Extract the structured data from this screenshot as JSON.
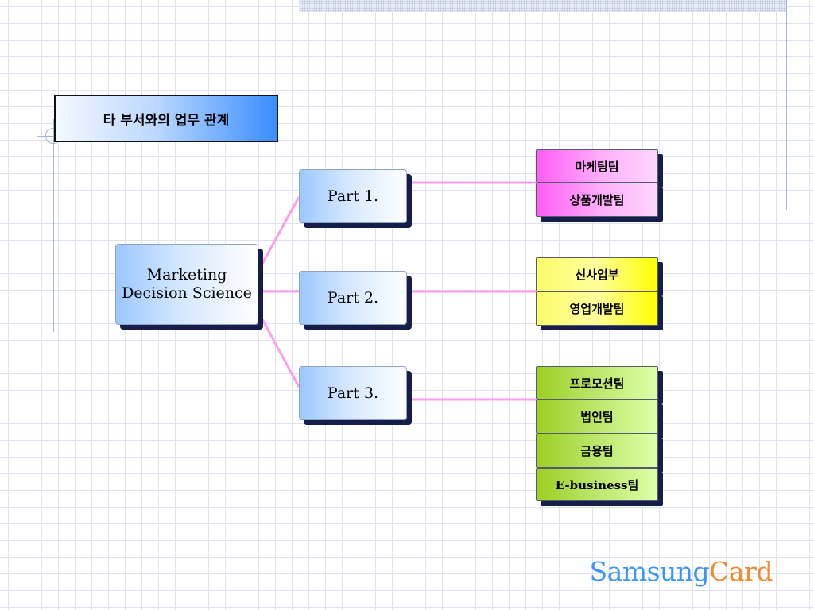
{
  "title": "타 부서와의 업무 관계",
  "root": "Marketing\nDecision Science",
  "parts": [
    {
      "label": "Part 1.",
      "teams": [
        "마케팅팀",
        "상품개발팀"
      ]
    },
    {
      "label": "Part 2.",
      "teams": [
        "신사업부",
        "영업개발팀"
      ]
    },
    {
      "label": "Part 3.",
      "teams": [
        "프로모션팀",
        "법인팀",
        "금융팀",
        "E-business팀"
      ]
    }
  ],
  "brand": {
    "part1": "Samsung",
    "part2": "Card"
  },
  "colors": {
    "connector": "#ff9cf0",
    "node_shadow": "#151d4b",
    "pink_team": "#ff5cf5",
    "yellow_team": "#ffff66",
    "green_team": "#a8d83c",
    "brand_blue": "#3c95f5",
    "brand_orange": "#f08a2e"
  }
}
